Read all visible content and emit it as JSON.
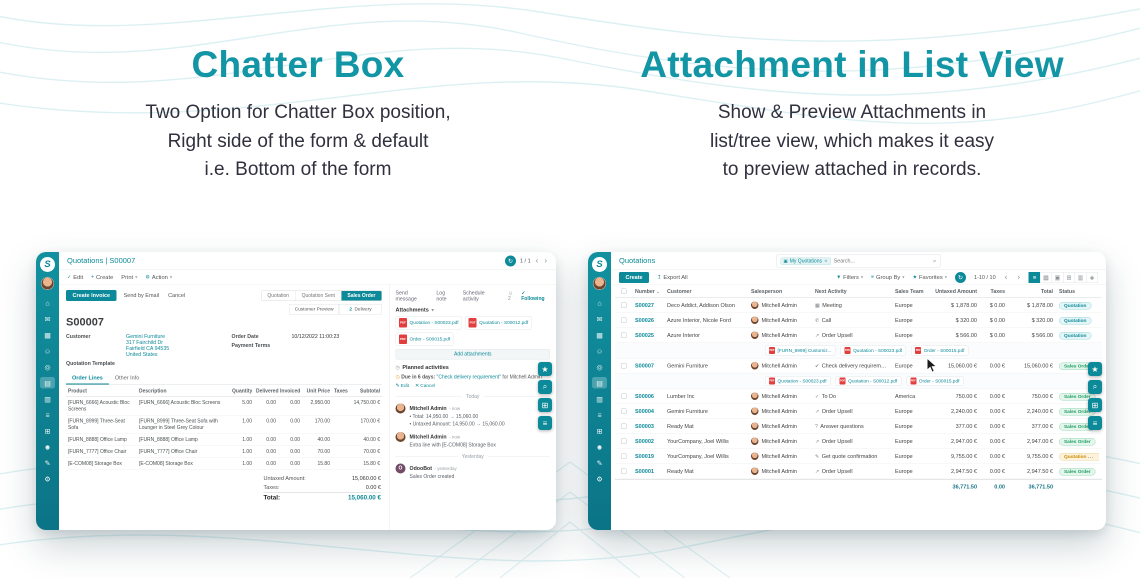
{
  "hero": {
    "left_title": "Chatter Box",
    "left_subtitle": "Two Option for Chatter Box position,\nRight side of the form & default\ni.e. Bottom of the form",
    "right_title": "Attachment in List View",
    "right_subtitle": "Show & Preview Attachments in\nlist/tree view, which makes it easy\nto preview attached in records."
  },
  "colors": {
    "accent": "#0d8a99",
    "heading": "#1295a4",
    "pdf_red": "#e13e3e",
    "badge_quotation": "#0d8a99",
    "badge_sales_order": "#1e9e63",
    "badge_quotation_sent": "#c98a00"
  },
  "logo_letter": "S",
  "sidebar_icons": [
    {
      "name": "home",
      "glyph": "⌂"
    },
    {
      "name": "discuss",
      "glyph": "✉"
    },
    {
      "name": "calendar",
      "glyph": "▦"
    },
    {
      "name": "contacts",
      "glyph": "☺"
    },
    {
      "name": "crm",
      "glyph": "◎"
    },
    {
      "name": "sales",
      "glyph": "▤",
      "active": true
    },
    {
      "name": "inventory",
      "glyph": "▥"
    },
    {
      "name": "invoicing",
      "glyph": "≡"
    },
    {
      "name": "purchase",
      "glyph": "⊞"
    },
    {
      "name": "employees",
      "glyph": "☻"
    },
    {
      "name": "documents",
      "glyph": "✎"
    },
    {
      "name": "settings",
      "glyph": "⚙"
    }
  ],
  "float_tools": [
    {
      "name": "bookmark",
      "glyph": "★"
    },
    {
      "name": "search-tool",
      "glyph": "⌕"
    },
    {
      "name": "apps",
      "glyph": "⊞"
    },
    {
      "name": "menu",
      "glyph": "≡"
    }
  ],
  "form_window": {
    "breadcrumb": "Quotations | S00007",
    "pager": "1 / 1",
    "actions": {
      "edit": "Edit",
      "create": "Create",
      "print": "Print",
      "action": "Action"
    },
    "buttons": {
      "create_invoice": "Create Invoice",
      "send_by_email": "Send by Email",
      "cancel": "Cancel"
    },
    "statusbar": [
      {
        "label": "Quotation",
        "active": false
      },
      {
        "label": "Quotation Sent",
        "active": false
      },
      {
        "label": "Sales Order",
        "active": true
      }
    ],
    "smart_buttons": [
      {
        "label": "Customer Preview",
        "count": ""
      },
      {
        "label": "Delivery",
        "count": "2"
      }
    ],
    "record": {
      "name": "S00007",
      "customer_label": "Customer",
      "customer_name": "Gemini Furniture",
      "customer_address": "317 Fairchild Dr\nFairfield CA 94535\nUnited States",
      "order_date_label": "Order Date",
      "order_date": "10/12/2022 11:00:23",
      "payment_terms_label": "Payment Terms",
      "quotation_template_label": "Quotation Template"
    },
    "tabs": [
      "Order Lines",
      "Other Info"
    ],
    "order_table": {
      "headers": [
        "Product",
        "Description",
        "Quantity",
        "Delivered",
        "Invoiced",
        "Unit Price",
        "Taxes",
        "Subtotal"
      ],
      "rows": [
        {
          "product": "[FURN_6666] Acoustic Bloc Screens",
          "description": "[FURN_6666] Acoustic Bloc Screens",
          "quantity": "5.00",
          "delivered": "0.00",
          "invoiced": "0.00",
          "unit_price": "2,950.00",
          "taxes": "",
          "subtotal": "14,750.00 €"
        },
        {
          "product": "[FURN_8999] Three-Seat Sofa",
          "description": "[FURN_8999] Three-Seat Sofa with Lounger in Steel Grey Colour",
          "quantity": "1.00",
          "delivered": "0.00",
          "invoiced": "0.00",
          "unit_price": "170.00",
          "taxes": "",
          "subtotal": "170.00 €"
        },
        {
          "product": "[FURN_8888] Office Lamp",
          "description": "[FURN_8888] Office Lamp",
          "quantity": "1.00",
          "delivered": "0.00",
          "invoiced": "0.00",
          "unit_price": "40.00",
          "taxes": "",
          "subtotal": "40.00 €"
        },
        {
          "product": "[FURN_7777] Office Chair",
          "description": "[FURN_7777] Office Chair",
          "quantity": "1.00",
          "delivered": "0.00",
          "invoiced": "0.00",
          "unit_price": "70.00",
          "taxes": "",
          "subtotal": "70.00 €"
        },
        {
          "product": "[E-COM08] Storage Box",
          "description": "[E-COM08] Storage Box",
          "quantity": "1.00",
          "delivered": "0.00",
          "invoiced": "0.00",
          "unit_price": "15.80",
          "taxes": "",
          "subtotal": "15.80 €"
        }
      ]
    },
    "totals": {
      "untaxed_label": "Untaxed Amount:",
      "untaxed": "15,060.00 €",
      "taxes_label": "Taxes:",
      "taxes": "0.00 €",
      "total_label": "Total:",
      "total": "15,060.00 €"
    },
    "chatter": {
      "send_message": "Send message",
      "log_note": "Log note",
      "schedule_activity": "Schedule activity",
      "followers_count": "2",
      "following": "Following",
      "attachments_label": "Attachments",
      "file_type": "PDF",
      "attachments": [
        "Quotation - S00023.pdf",
        "Quotation - S00012.pdf",
        "Order - S00015.pdf"
      ],
      "add_attachments": "Add attachments",
      "planned_activities_label": "Planned activities",
      "activity_due": "Due in 6 days:",
      "activity_title": "\"Check delivery requirement\"",
      "activity_for": "for Mitchell Admin",
      "activity_edit": "Edit",
      "activity_cancel": "Cancel",
      "feed": [
        {
          "divider": "Today"
        },
        {
          "author": "Mitchell Admin",
          "time": "- now",
          "avatar": "photo",
          "body": "• Total: 14,950.00 → 15,060.00\n• Untaxed Amount: 14,950.00 → 15,060.00"
        },
        {
          "author": "Mitchell Admin",
          "time": "- now",
          "avatar": "photo",
          "body": "Extra line with [E-COM08] Storage Box"
        },
        {
          "divider": "Yesterday"
        },
        {
          "author": "OdooBot",
          "time": "- yesterday",
          "avatar": "bot",
          "body": "Sales Order created"
        }
      ]
    }
  },
  "list_window": {
    "title": "Quotations",
    "search": {
      "facet": "My Quotations",
      "placeholder": "Search..."
    },
    "create_button": "Create",
    "export_button": "Export All",
    "filters": "Filters",
    "group_by": "Group By",
    "favorites": "Favorites",
    "pager": "1-10 / 10",
    "view_icons": [
      {
        "name": "list-view",
        "glyph": "≡",
        "active": true
      },
      {
        "name": "kanban-view",
        "glyph": "▦",
        "active": false
      },
      {
        "name": "calendar-view",
        "glyph": "▣",
        "active": false
      },
      {
        "name": "pivot-view",
        "glyph": "⊞",
        "active": false
      },
      {
        "name": "graph-view",
        "glyph": "▥",
        "active": false
      },
      {
        "name": "map-view",
        "glyph": "◈",
        "active": false
      }
    ],
    "columns": [
      "Number",
      "Customer",
      "Salesperson",
      "Next Activity",
      "Sales Team",
      "Untaxed Amount",
      "Taxes",
      "Total",
      "Status"
    ],
    "rows": [
      {
        "kind": "record",
        "number": "S00027",
        "customer": "Deco Addict, Addison Olson",
        "salesperson": "Mitchell Admin",
        "activity_icon": "▦",
        "activity": "Meeting",
        "team": "Europe",
        "untaxed": "$ 1,878.00",
        "taxes": "$ 0.00",
        "total": "$ 1,878.00",
        "status": "Quotation"
      },
      {
        "kind": "record",
        "number": "S00026",
        "customer": "Azure Interior, Nicole Ford",
        "salesperson": "Mitchell Admin",
        "activity_icon": "✆",
        "activity": "Call",
        "team": "Europe",
        "untaxed": "$ 320.00",
        "taxes": "$ 0.00",
        "total": "$ 320.00",
        "status": "Quotation"
      },
      {
        "kind": "record",
        "number": "S00025",
        "customer": "Azure Interior",
        "salesperson": "Mitchell Admin",
        "activity_icon": "↗",
        "activity": "Order Upsell",
        "team": "Europe",
        "untaxed": "$ 566.00",
        "taxes": "$ 0.00",
        "total": "$ 566.00",
        "status": "Quotation"
      },
      {
        "kind": "files",
        "files": [
          "[FURN_8999] Customiz...",
          "Quotation - S00023.pdf",
          "Order - S00015.pdf"
        ]
      },
      {
        "kind": "record",
        "number": "S00007",
        "customer": "Gemini Furniture",
        "salesperson": "Mitchell Admin",
        "activity_icon": "✔",
        "activity": "Check delivery requirements",
        "team": "Europe",
        "untaxed": "15,060.00 €",
        "taxes": "0.00 €",
        "total": "15,060.00 €",
        "status": "Sales Order"
      },
      {
        "kind": "files",
        "files": [
          "Quotation - S00023.pdf",
          "Quotation - S00012.pdf",
          "Order - S00015.pdf"
        ]
      },
      {
        "kind": "record",
        "number": "S00006",
        "customer": "Lumber Inc",
        "salesperson": "Mitchell Admin",
        "activity_icon": "✓",
        "activity": "To Do",
        "team": "America",
        "untaxed": "750.00 €",
        "taxes": "0.00 €",
        "total": "750.00 €",
        "status": "Sales Order"
      },
      {
        "kind": "record",
        "number": "S00004",
        "customer": "Gemini Furniture",
        "salesperson": "Mitchell Admin",
        "activity_icon": "↗",
        "activity": "Order Upsell",
        "team": "Europe",
        "untaxed": "2,240.00 €",
        "taxes": "0.00 €",
        "total": "2,240.00 €",
        "status": "Sales Order"
      },
      {
        "kind": "record",
        "number": "S00003",
        "customer": "Ready Mat",
        "salesperson": "Mitchell Admin",
        "activity_icon": "?",
        "activity": "Answer questions",
        "team": "Europe",
        "untaxed": "377.00 €",
        "taxes": "0.00 €",
        "total": "377.00 €",
        "status": "Sales Order"
      },
      {
        "kind": "record",
        "number": "S00002",
        "customer": "YourCompany, Joel Willis",
        "salesperson": "Mitchell Admin",
        "activity_icon": "↗",
        "activity": "Order Upsell",
        "team": "Europe",
        "untaxed": "2,947.00 €",
        "taxes": "0.00 €",
        "total": "2,947.00 €",
        "status": "Sales Order"
      },
      {
        "kind": "record",
        "number": "S00019",
        "customer": "YourCompany, Joel Willis",
        "salesperson": "Mitchell Admin",
        "activity_icon": "✎",
        "activity": "Get quote confirmation",
        "team": "Europe",
        "untaxed": "9,755.00 €",
        "taxes": "0.00 €",
        "total": "9,755.00 €",
        "status": "Quotation Sent"
      },
      {
        "kind": "record",
        "number": "S00001",
        "customer": "Ready Mat",
        "salesperson": "Mitchell Admin",
        "activity_icon": "↗",
        "activity": "Order Upsell",
        "team": "Europe",
        "untaxed": "2,947.50 €",
        "taxes": "0.00 €",
        "total": "2,947.50 €",
        "status": "Sales Order"
      }
    ],
    "totals": {
      "untaxed": "36,771.50",
      "taxes": "0.00",
      "total": "36,771.50"
    }
  }
}
